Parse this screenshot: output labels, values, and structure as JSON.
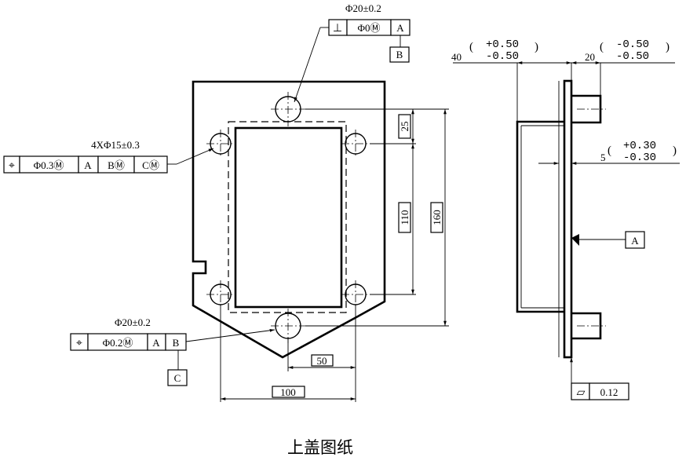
{
  "caption": "上盖图纸",
  "front_view": {
    "top_hole": {
      "size": "Φ20±0.2",
      "fcf": {
        "symbol": "⊥",
        "tolerance": "Φ0Ⓜ",
        "datum": "A"
      },
      "datum_tag": "B"
    },
    "bottom_hole": {
      "size": "Φ20±0.2",
      "fcf": {
        "symbol": "⌖",
        "tolerance": "Φ0.2Ⓜ",
        "datum1": "A",
        "datum2": "B"
      },
      "datum_tag": "C"
    },
    "corner_holes": {
      "size": "4XΦ15±0.3",
      "fcf": {
        "symbol": "⌖",
        "tolerance": "Φ0.3Ⓜ",
        "datum1": "A",
        "datum2": "BⓂ",
        "datum3": "CⓂ"
      }
    },
    "dimensions": {
      "d25": "25",
      "d110": "110",
      "d160": "160",
      "d50": "50",
      "d100": "100"
    }
  },
  "side_view": {
    "dim_40": {
      "nominal": "40",
      "upper": "+0.50",
      "lower": "-0.50"
    },
    "dim_20": {
      "nominal": "20",
      "upper": "-0.50",
      "lower": "-0.50"
    },
    "dim_5": {
      "nominal": "5",
      "upper": "+0.30",
      "lower": "-0.30"
    },
    "datum_a": "A",
    "flatness": {
      "symbol": "▱",
      "value": "0.12"
    }
  }
}
